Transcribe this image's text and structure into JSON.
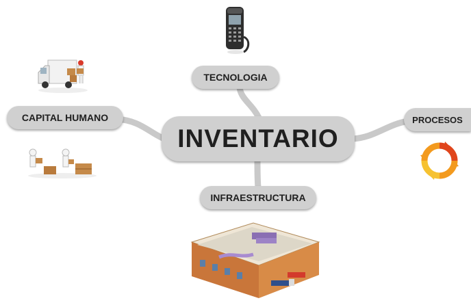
{
  "diagram": {
    "central_topic": "INVENTARIO",
    "branches": [
      {
        "label": "TECNOLOGIA",
        "icon": "handheld-scanner-icon"
      },
      {
        "label": "CAPITAL HUMANO",
        "icon": "delivery-truck-icon"
      },
      {
        "label": "PROCESOS",
        "icon": "cycle-arrows-icon"
      },
      {
        "label": "INFRAESTRUCTURA",
        "icon": "warehouse-illustration"
      }
    ],
    "colors": {
      "node_fill": "#d0d0d0",
      "connector": "#c9c9c9",
      "text": "#1f1f1f",
      "cycle_orange": "#f39a1e",
      "cycle_red": "#e0451c",
      "cycle_yellow": "#f6c231"
    }
  }
}
